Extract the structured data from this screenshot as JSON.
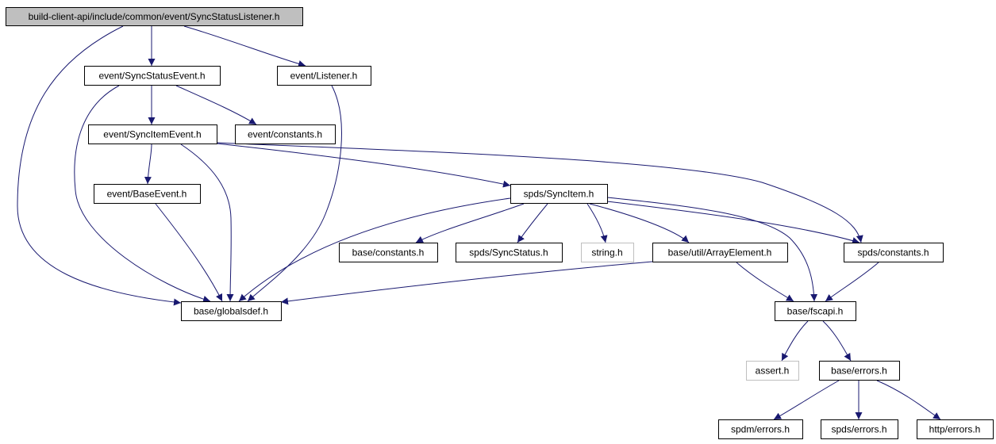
{
  "diagram": {
    "nodes": [
      {
        "id": "root",
        "label": "build-client-api/include/common/event/SyncStatusListener.h",
        "kind": "root"
      },
      {
        "id": "sse",
        "label": "event/SyncStatusEvent.h"
      },
      {
        "id": "lis",
        "label": "event/Listener.h"
      },
      {
        "id": "sie",
        "label": "event/SyncItemEvent.h"
      },
      {
        "id": "evc",
        "label": "event/constants.h"
      },
      {
        "id": "be",
        "label": "event/BaseEvent.h"
      },
      {
        "id": "si",
        "label": "spds/SyncItem.h"
      },
      {
        "id": "bc",
        "label": "base/constants.h"
      },
      {
        "id": "ss",
        "label": "spds/SyncStatus.h"
      },
      {
        "id": "str",
        "label": "string.h",
        "kind": "system"
      },
      {
        "id": "ae",
        "label": "base/util/ArrayElement.h"
      },
      {
        "id": "sc",
        "label": "spds/constants.h"
      },
      {
        "id": "gd",
        "label": "base/globalsdef.h"
      },
      {
        "id": "fs",
        "label": "base/fscapi.h"
      },
      {
        "id": "as",
        "label": "assert.h",
        "kind": "system"
      },
      {
        "id": "berr",
        "label": "base/errors.h"
      },
      {
        "id": "spdm",
        "label": "spdm/errors.h"
      },
      {
        "id": "spds",
        "label": "spds/errors.h"
      },
      {
        "id": "http",
        "label": "http/errors.h"
      }
    ],
    "edges": [
      {
        "from": "root",
        "to": "gd"
      },
      {
        "from": "root",
        "to": "sse"
      },
      {
        "from": "root",
        "to": "lis"
      },
      {
        "from": "sse",
        "to": "gd"
      },
      {
        "from": "sse",
        "to": "sie"
      },
      {
        "from": "sse",
        "to": "evc"
      },
      {
        "from": "lis",
        "to": "gd"
      },
      {
        "from": "sie",
        "to": "be"
      },
      {
        "from": "sie",
        "to": "gd"
      },
      {
        "from": "sie",
        "to": "si"
      },
      {
        "from": "sie",
        "to": "sc"
      },
      {
        "from": "be",
        "to": "gd"
      },
      {
        "from": "si",
        "to": "gd"
      },
      {
        "from": "si",
        "to": "bc"
      },
      {
        "from": "si",
        "to": "ss"
      },
      {
        "from": "si",
        "to": "str"
      },
      {
        "from": "si",
        "to": "ae"
      },
      {
        "from": "si",
        "to": "sc"
      },
      {
        "from": "si",
        "to": "fs"
      },
      {
        "from": "ae",
        "to": "gd"
      },
      {
        "from": "ae",
        "to": "fs"
      },
      {
        "from": "sc",
        "to": "fs"
      },
      {
        "from": "fs",
        "to": "as"
      },
      {
        "from": "fs",
        "to": "berr"
      },
      {
        "from": "berr",
        "to": "spdm"
      },
      {
        "from": "berr",
        "to": "spds"
      },
      {
        "from": "berr",
        "to": "http"
      }
    ]
  }
}
